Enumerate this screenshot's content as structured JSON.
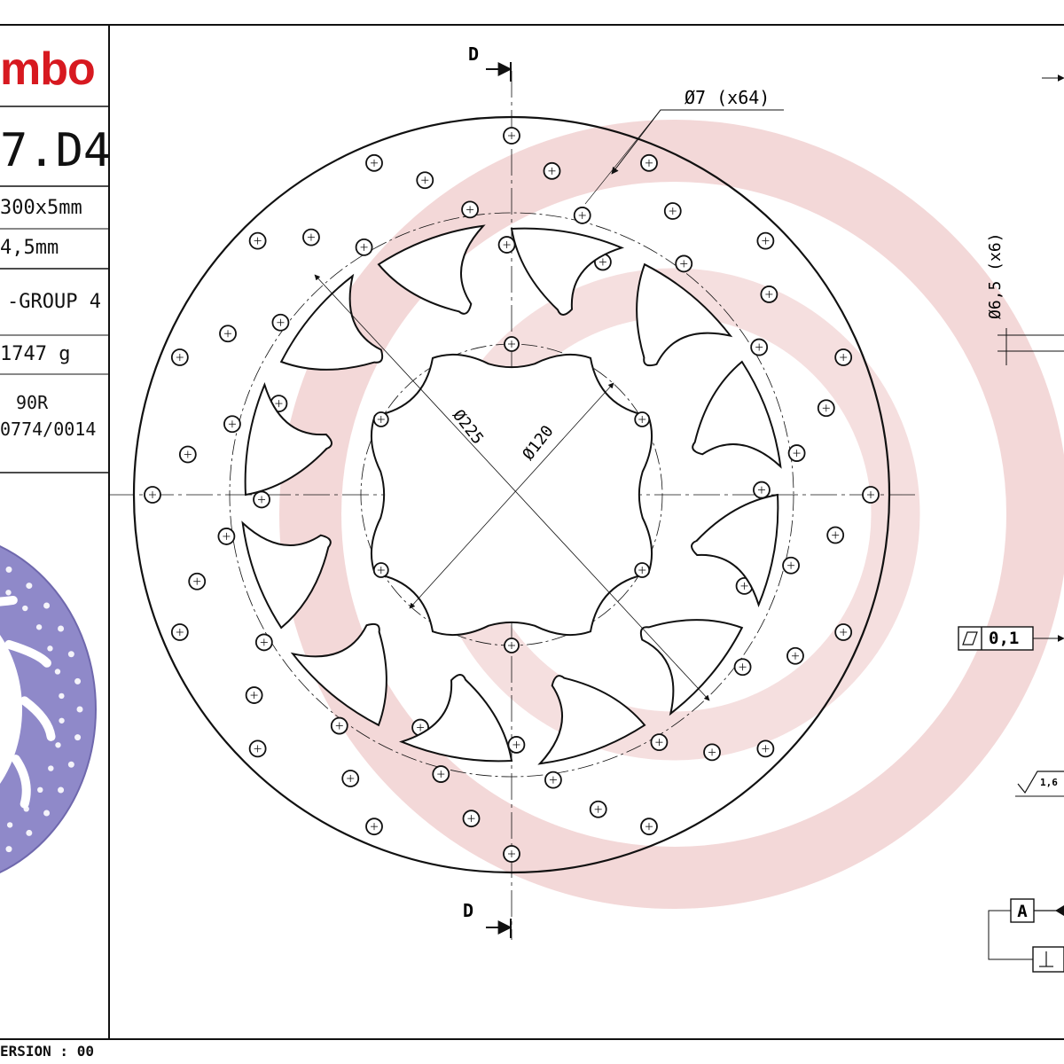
{
  "brand": {
    "name": "mbo",
    "color": "#d71920"
  },
  "sidebar": {
    "code": "7.D4",
    "dimensions": "300x5mm",
    "thickness": "4,5mm",
    "group": "-GROUP 4",
    "weight": "1747 g",
    "homologation_1": "90R",
    "homologation_2": "0774/0014",
    "version": "ERSION : 00"
  },
  "drawing": {
    "section_label_top": "D",
    "section_label_bottom": "D",
    "hole_callout": "Ø7 (x64)",
    "mount_callout": "Ø6,5 (x6)",
    "diameter_225": "Ø225",
    "diameter_120": "Ø120",
    "flatness_value": "0,1",
    "roughness_value": "1,6",
    "datum_label": "A",
    "line_color": "#111111",
    "watermark_color": "#e9b8b8",
    "disc_render_color": "#8f89c9"
  }
}
